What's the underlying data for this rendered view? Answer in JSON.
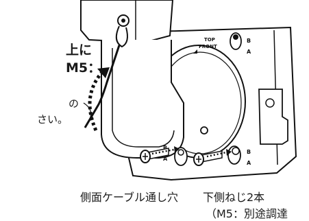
{
  "instructions": {
    "line1": "上に",
    "line2": "M5：",
    "line3": "の",
    "line4": "さい。"
  },
  "diagram_labels": {
    "top_front_line1": "TOP",
    "top_front_line2": "FRONT",
    "mark_b": "B",
    "mark_a": "A"
  },
  "captions": {
    "side_cable_hole": "側面ケーブル通し穴",
    "lower_screws": "下側ねじ2本",
    "screw_spec": "（M5：別途調達"
  }
}
